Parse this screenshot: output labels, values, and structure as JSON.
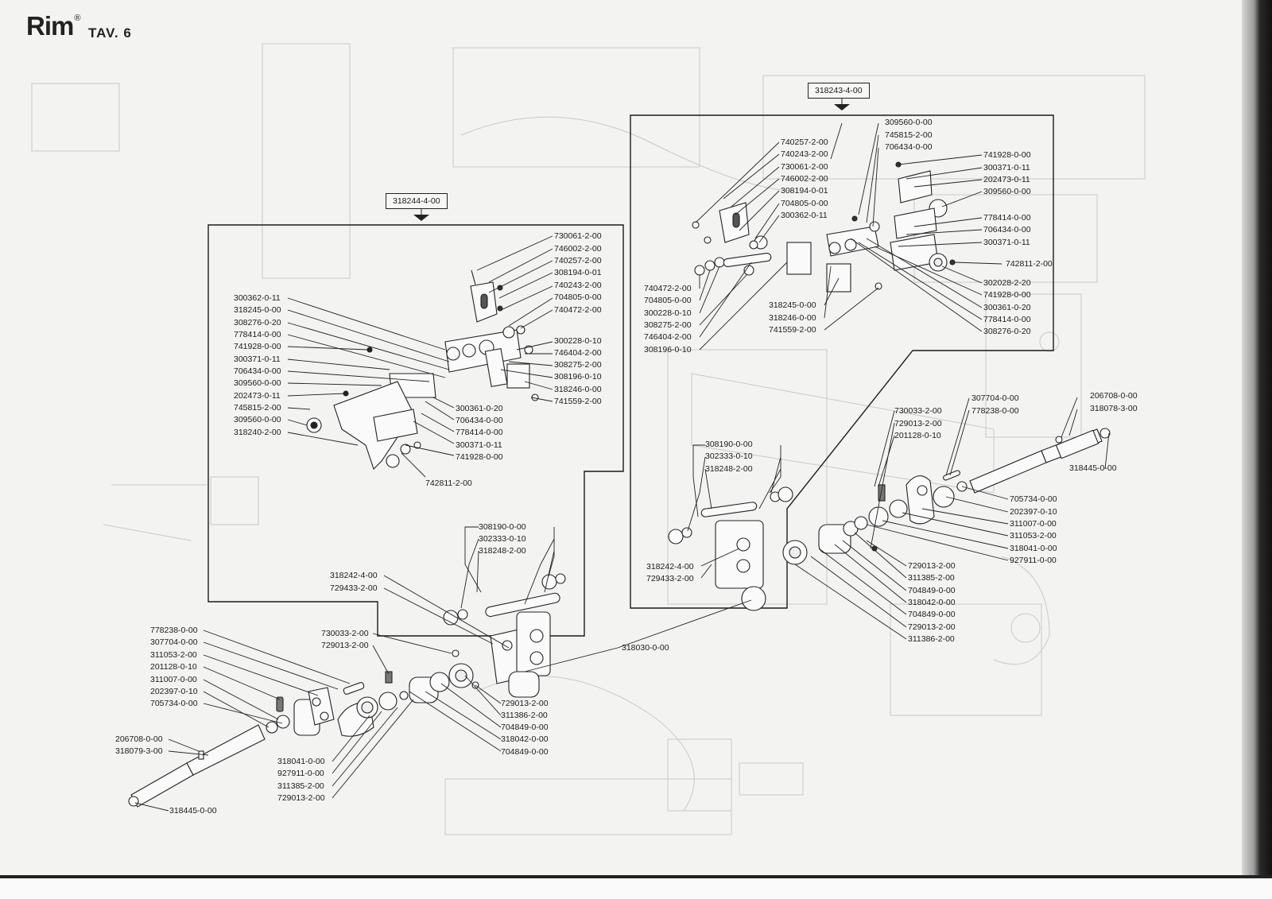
{
  "header": {
    "brand": "Rim",
    "reg_mark": "®",
    "table": "TAV. 6"
  },
  "assemblies": {
    "left_box": "318244-4-00",
    "right_box": "318243-4-00"
  },
  "labels": {
    "lb_right": [
      "730061-2-00",
      "746002-2-00",
      "740257-2-00",
      "308194-0-01",
      "740243-2-00",
      "704805-0-00",
      "740472-2-00"
    ],
    "lb_right2": [
      "300228-0-10",
      "746404-2-00",
      "308275-2-00",
      "308196-0-10",
      "318246-0-00",
      "741559-2-00"
    ],
    "lb_right3": [
      "300361-0-20",
      "706434-0-00",
      "778414-0-00",
      "300371-0-11",
      "741928-0-00"
    ],
    "lb_left": [
      "300362-0-11",
      "318245-0-00",
      "308276-0-20",
      "778414-0-00",
      "741928-0-00",
      "300371-0-11",
      "706434-0-00",
      "309560-0-00",
      "202473-0-11",
      "745815-2-00",
      "309560-0-00",
      "318240-2-00"
    ],
    "lb_bottom": "742811-2-00",
    "lower_mid": [
      "308190-0-00",
      "302333-0-10",
      "318248-2-00"
    ],
    "lower_mid_left": [
      "318242-4-00",
      "729433-2-00"
    ],
    "lower_mid_left2": [
      "730033-2-00",
      "729013-2-00"
    ],
    "center": "318030-0-00",
    "lower_chain": [
      "729013-2-00",
      "311386-2-00",
      "704849-0-00",
      "318042-0-00",
      "704849-0-00"
    ],
    "ll_top": [
      "778238-0-00",
      "307704-0-00",
      "311053-2-00",
      "201128-0-10",
      "311007-0-00",
      "202397-0-10",
      "705734-0-00"
    ],
    "ll_mid": [
      "206708-0-00",
      "318079-3-00"
    ],
    "ll_bottom": [
      "318041-0-00",
      "927911-0-00",
      "311385-2-00",
      "729013-2-00"
    ],
    "ll_end": "318445-0-00",
    "rb_top": [
      "309560-0-00",
      "745815-2-00",
      "706434-0-00"
    ],
    "rb_left": [
      "740257-2-00",
      "740243-2-00",
      "730061-2-00",
      "746002-2-00",
      "308194-0-01",
      "704805-0-00",
      "300362-0-11"
    ],
    "rb_right": [
      "741928-0-00",
      "300371-0-11",
      "202473-0-11",
      "309560-0-00"
    ],
    "rb_right2": [
      "778414-0-00",
      "706434-0-00",
      "300371-0-11"
    ],
    "rb_outside": "742811-2-00",
    "rb_right3": [
      "302028-2-20",
      "741928-0-00",
      "300361-0-20",
      "778414-0-00",
      "308276-0-20"
    ],
    "rb_lowleft": [
      "740472-2-00",
      "704805-0-00",
      "300228-0-10",
      "308275-2-00",
      "746404-2-00",
      "308196-0-10"
    ],
    "rb_lowmid": [
      "318245-0-00",
      "318246-0-00",
      "741559-2-00"
    ],
    "rb_lower_mid": [
      "308190-0-00",
      "302333-0-10",
      "318248-2-00"
    ],
    "rb_lower_left": [
      "318242-4-00",
      "729433-2-00"
    ],
    "r_mid": [
      "730033-2-00",
      "729013-2-00",
      "201128-0-10"
    ],
    "r_pin": [
      "307704-0-00",
      "778238-0-00"
    ],
    "r_far": [
      "206708-0-00",
      "318078-3-00"
    ],
    "r_end": "318445-0-00",
    "r_right_list": [
      "705734-0-00",
      "202397-0-10",
      "311007-0-00",
      "311053-2-00",
      "318041-0-00",
      "927911-0-00"
    ],
    "r_bottom_list": [
      "729013-2-00",
      "311385-2-00",
      "704849-0-00",
      "318042-0-00",
      "704849-0-00",
      "729013-2-00",
      "311386-2-00"
    ]
  }
}
